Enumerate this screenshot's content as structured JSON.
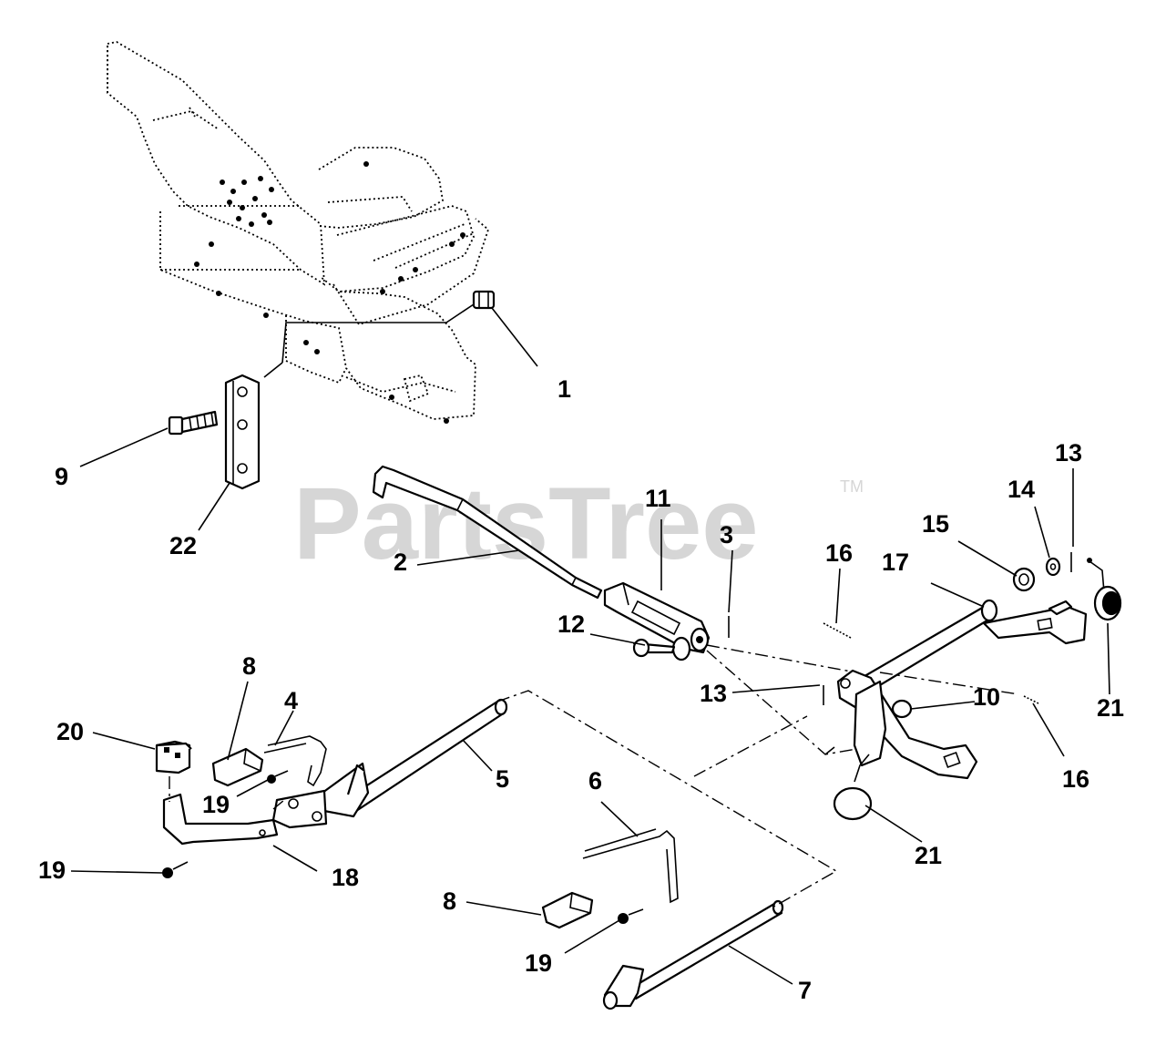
{
  "watermark": {
    "text": "PartsTree",
    "trademark": "TM"
  },
  "callouts": {
    "c1": "1",
    "c2": "2",
    "c3": "3",
    "c4": "4",
    "c5": "5",
    "c6": "6",
    "c7": "7",
    "c8a": "8",
    "c8b": "8",
    "c9": "9",
    "c10": "10",
    "c11": "11",
    "c12": "12",
    "c13a": "13",
    "c13b": "13",
    "c14": "14",
    "c15": "15",
    "c16a": "16",
    "c16b": "16",
    "c17": "17",
    "c18": "18",
    "c19a": "19",
    "c19b": "19",
    "c19c": "19",
    "c20": "20",
    "c21a": "21",
    "c21b": "21",
    "c22": "22"
  }
}
